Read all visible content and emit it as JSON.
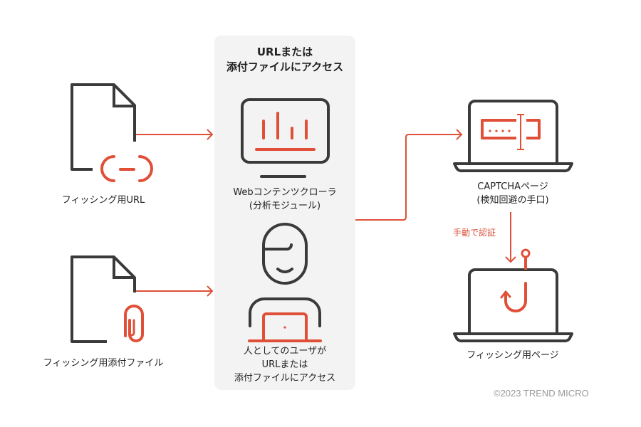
{
  "colors": {
    "accent": "#e05038",
    "stroke": "#3a3a3a",
    "panel": "#f3f3f3",
    "muted": "#999999"
  },
  "panel": {
    "title_line1": "URLまたは",
    "title_line2": "添付ファイルにアクセス"
  },
  "nodes": {
    "phishing_url": {
      "label": "フィッシング用URL",
      "icon": "document-link-icon"
    },
    "phishing_attachment": {
      "label": "フィッシング用添付ファイル",
      "icon": "document-paperclip-icon"
    },
    "crawler": {
      "label_line1": "Webコンテンツクローラ",
      "label_line2": "(分析モジュール)",
      "icon": "monitor-chart-icon"
    },
    "human_user": {
      "label_line1": "人としてのユーザが",
      "label_line2": "URLまたは",
      "label_line3": "添付ファイルにアクセス",
      "icon": "person-laptop-icon"
    },
    "captcha_page": {
      "label_line1": "CAPTCHAページ",
      "label_line2": "(検知回避の手口)",
      "icon": "laptop-captcha-icon"
    },
    "phishing_page": {
      "label": "フィッシング用ページ",
      "icon": "laptop-fishhook-icon"
    }
  },
  "edges": {
    "manual_auth_label": "手動で認証"
  },
  "footer": {
    "copyright": "©2023 TREND MICRO"
  }
}
